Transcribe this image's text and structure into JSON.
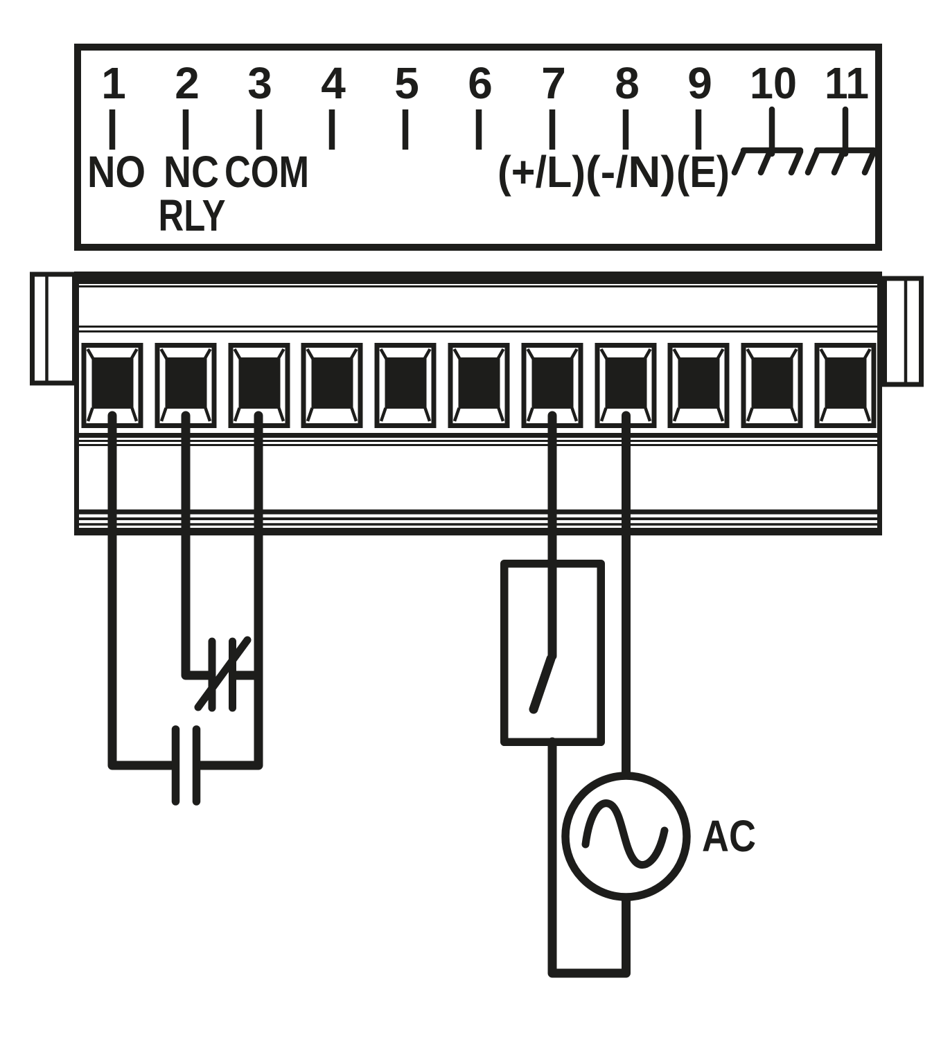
{
  "figure": {
    "kind": "terminal-wiring-diagram",
    "colors": {
      "ink": "#1d1d1b",
      "background": "#ffffff"
    }
  },
  "legend_box": {
    "terminal_numbers": [
      "1",
      "2",
      "3",
      "4",
      "5",
      "6",
      "7",
      "8",
      "9",
      "10",
      "11"
    ],
    "relay": {
      "no": "NO",
      "nc": "NC",
      "com": "COM",
      "group": "RLY"
    },
    "power": {
      "line_label": "(+/L)",
      "neutral_label": "(-/N)",
      "earth_label": "(E)"
    },
    "ground_terminals": [
      "10",
      "11"
    ],
    "ground_icon": "earth-ground-icon"
  },
  "terminal_block": {
    "socket_count": 11,
    "wired_terminals": [
      "1",
      "2",
      "3",
      "7",
      "8"
    ]
  },
  "circuit": {
    "snubber": {
      "capacitor_icon": "capacitor-icon",
      "varistor_icon": "varistor-icon"
    },
    "power": {
      "switch_icon": "switch-icon",
      "ac_source_icon": "ac-source-icon",
      "source_label": "AC"
    }
  }
}
